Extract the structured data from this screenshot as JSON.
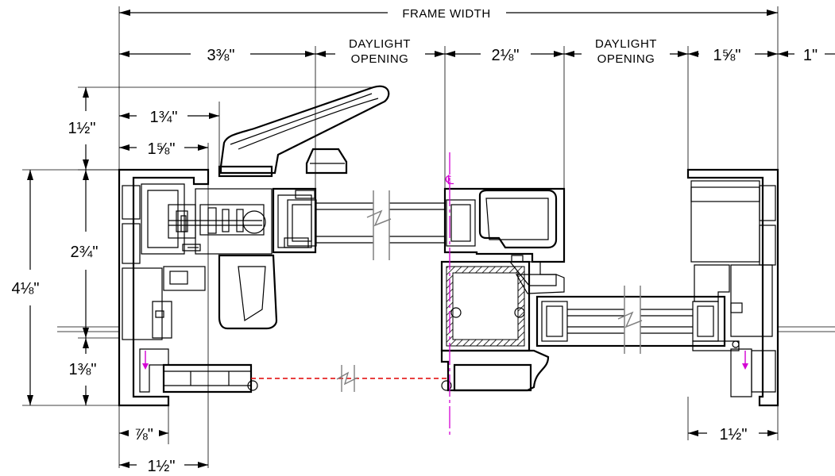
{
  "labels": {
    "frame_width": "FRAME WIDTH",
    "daylight_1": "DAYLIGHT",
    "opening_1": "OPENING",
    "daylight_2": "DAYLIGHT",
    "opening_2": "OPENING",
    "centerline": "℄"
  },
  "dims_top": {
    "d1": "3⅜\"",
    "d2": "2⅛\"",
    "d3": "1⅝\"",
    "d4": "1\""
  },
  "dims_left": {
    "h1": "1½\"",
    "h2": "2¾\"",
    "h3": "1⅜\"",
    "overall": "4⅛\""
  },
  "dims_handle": {
    "a": "1¾\"",
    "b": "1⅝\""
  },
  "dims_bottom": {
    "b1": "⅞\"",
    "b2": "1½\"",
    "b3": "1½\""
  },
  "colors": {
    "line": "#000000",
    "centerline": "#d400d4",
    "screen": "#e00000",
    "glazing": "#808080"
  }
}
